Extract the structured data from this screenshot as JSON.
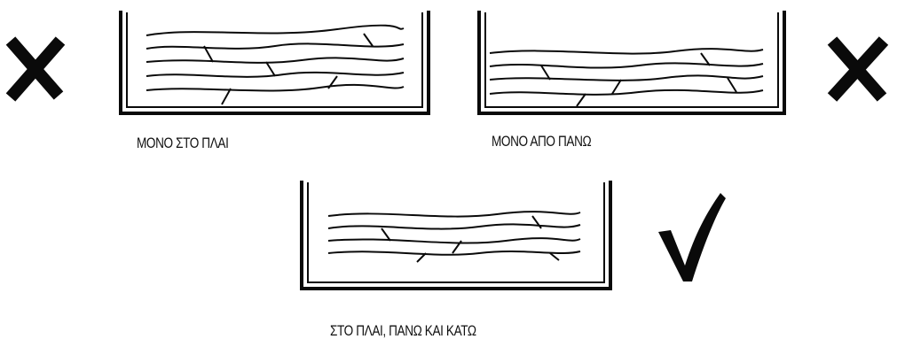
{
  "colors": {
    "ink": "#0a0a0a",
    "stone": "#9a9a9a",
    "filler": "#18d4e0",
    "background": "#ffffff"
  },
  "panels": [
    {
      "id": "side-only",
      "caption": "ΜΟΝΟ ΣΤΟ ΠΛΑΙ",
      "fill": "sides",
      "verdict": "wrong",
      "verdict_icon": "cross-mark-icon"
    },
    {
      "id": "top-only",
      "caption": "ΜΟΝΟ ΑΠΟ ΠΑΝΩ",
      "fill": "top",
      "verdict": "wrong",
      "verdict_icon": "cross-mark-icon"
    },
    {
      "id": "all-around",
      "caption": "ΣΤΟ ΠΛΑΙ, ΠΑΝΩ ΚΑΙ ΚΑΤΩ",
      "fill": "sides-top-bottom",
      "verdict": "correct",
      "verdict_icon": "check-mark-icon"
    }
  ]
}
